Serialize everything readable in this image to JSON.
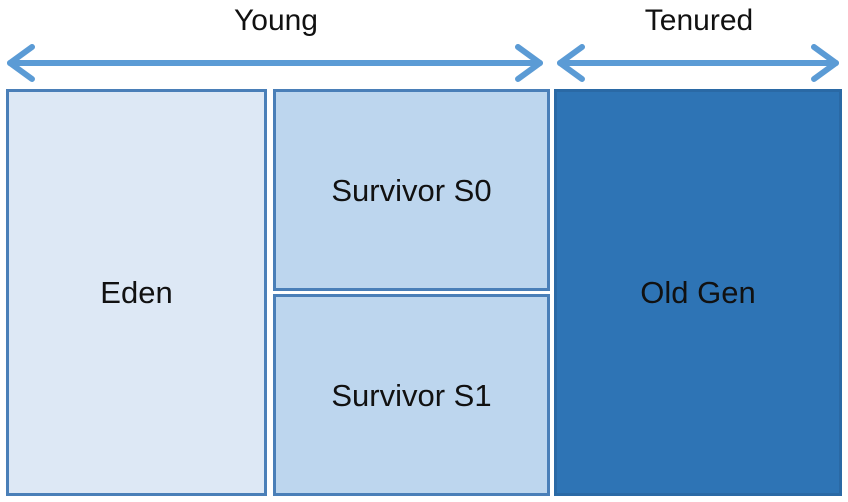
{
  "regions": {
    "young": {
      "label": "Young"
    },
    "tenured": {
      "label": "Tenured"
    }
  },
  "spaces": {
    "eden": {
      "label": "Eden"
    },
    "survivor_s0": {
      "label": "Survivor S0"
    },
    "survivor_s1": {
      "label": "Survivor S1"
    },
    "old_gen": {
      "label": "Old Gen"
    }
  },
  "colors": {
    "arrow": "#5b9bd5",
    "border": "#4a7fb8",
    "eden_fill": "#dde8f5",
    "survivor_fill": "#bdd6ee",
    "old_gen_fill": "#2e74b5"
  }
}
